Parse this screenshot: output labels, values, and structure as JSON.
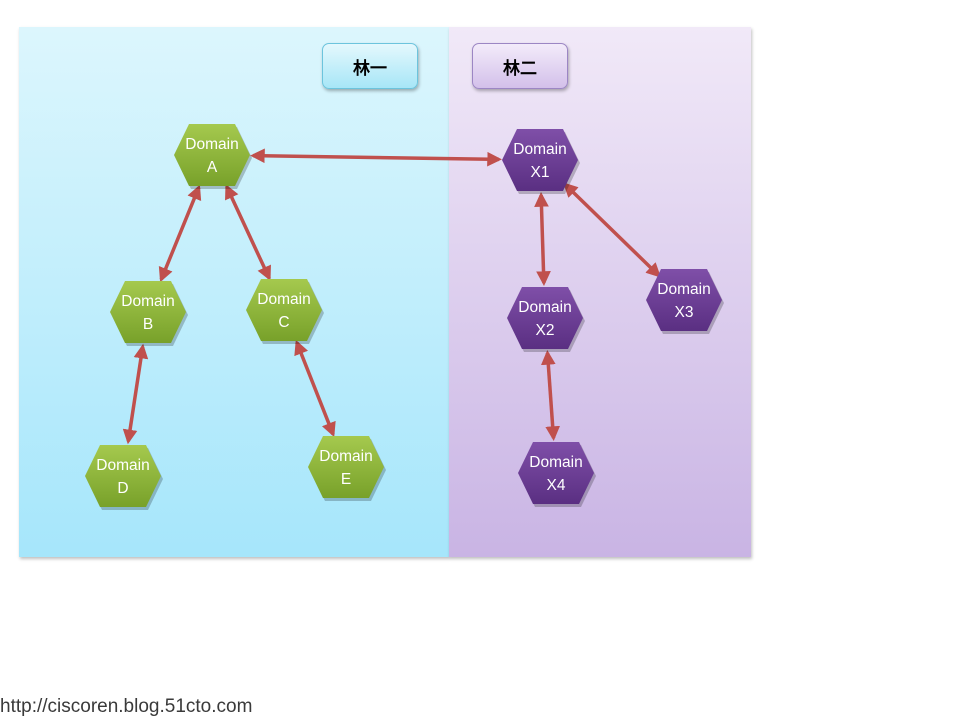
{
  "forests": [
    {
      "label": "林一",
      "color": "#a6e6fb"
    },
    {
      "label": "林二",
      "color": "#c9b4e4"
    }
  ],
  "nodes": [
    {
      "id": "A",
      "forest": 0,
      "line1": "Domain",
      "line2": "A"
    },
    {
      "id": "B",
      "forest": 0,
      "line1": "Domain",
      "line2": "B"
    },
    {
      "id": "C",
      "forest": 0,
      "line1": "Domain",
      "line2": "C"
    },
    {
      "id": "D",
      "forest": 0,
      "line1": "Domain",
      "line2": "D"
    },
    {
      "id": "E",
      "forest": 0,
      "line1": "Domain",
      "line2": "E"
    },
    {
      "id": "X1",
      "forest": 1,
      "line1": "Domain",
      "line2": "X1"
    },
    {
      "id": "X2",
      "forest": 1,
      "line1": "Domain",
      "line2": "X2"
    },
    {
      "id": "X3",
      "forest": 1,
      "line1": "Domain",
      "line2": "X3"
    },
    {
      "id": "X4",
      "forest": 1,
      "line1": "Domain",
      "line2": "X4"
    }
  ],
  "trusts": [
    {
      "from": "A",
      "to": "X1"
    },
    {
      "from": "A",
      "to": "B"
    },
    {
      "from": "A",
      "to": "C"
    },
    {
      "from": "B",
      "to": "D"
    },
    {
      "from": "C",
      "to": "E"
    },
    {
      "from": "X1",
      "to": "X2"
    },
    {
      "from": "X1",
      "to": "X3"
    },
    {
      "from": "X2",
      "to": "X4"
    }
  ],
  "colors": {
    "green_node": "#8db43a",
    "purple_node": "#6b3d94",
    "arrow": "#c0504d"
  },
  "footer": {
    "text": "http://ciscoren.blog.51cto.com"
  }
}
